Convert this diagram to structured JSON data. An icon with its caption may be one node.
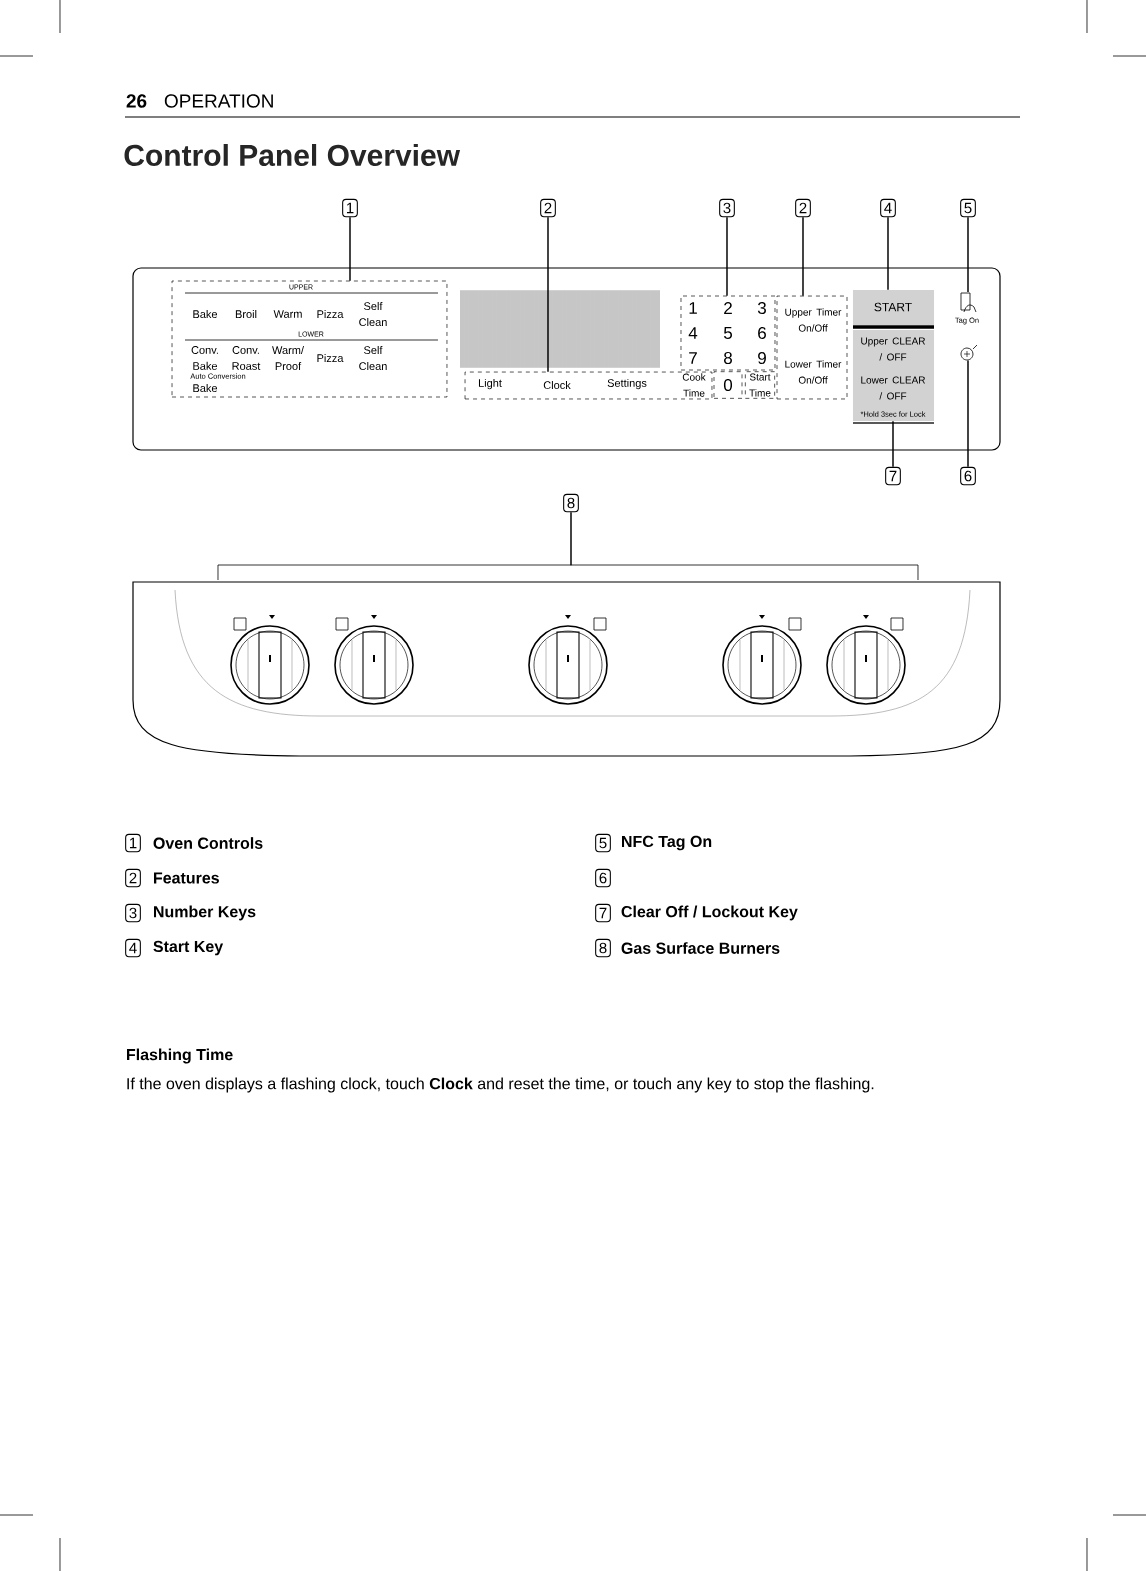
{
  "diagram": {
    "title": "Control Panel Overview",
    "nodes": [
      {
        "text": [
          "1"
        ]
      },
      {
        "text": [
          "2"
        ]
      },
      {
        "text": [
          "3"
        ]
      },
      {
        "text": [
          "2"
        ]
      },
      {
        "text": [
          "4"
        ]
      },
      {
        "text": [
          "5"
        ]
      },
      {
        "text": [
          "7"
        ]
      },
      {
        "text": [
          "6"
        ]
      },
      {
        "text": [
          "8"
        ]
      },
      {
        "text": [
          "UPPER",
          "Bake",
          "Broil",
          "Warm",
          "Pizza",
          "Self Clean",
          "LOWER",
          "Conv. Bake",
          "Conv. Roast",
          "Warm/ Proof",
          "Pizza",
          "Self Clean",
          "Auto Conversion",
          "Bake"
        ]
      },
      {
        "text": [
          "Light",
          "Clock",
          "Settings",
          "Cook Time"
        ]
      },
      {
        "text": [
          "1",
          "2",
          "3",
          "4",
          "5",
          "6",
          "7",
          "8",
          "9"
        ]
      },
      {
        "text": [
          "Upper Timer On/Off",
          "Lower Timer On/Off"
        ]
      },
      {
        "text": [
          "START"
        ]
      },
      {
        "text": [],
        "shape": "phone",
        "beside": [
          "Tag On"
        ]
      },
      {
        "text": [
          "Upper CLEAR / OFF",
          "Lower CLEAR / OFF",
          "*Hold 3sec for Lock"
        ]
      },
      {
        "text": [],
        "shape": "circle"
      }
    ],
    "edges": [
      {
        "from": 0,
        "to": 9,
        "arrow": "none"
      },
      {
        "from": 1,
        "to": 10,
        "arrow": "none"
      },
      {
        "from": 2,
        "to": 11,
        "arrow": "none"
      },
      {
        "from": 3,
        "to": 12,
        "arrow": "none"
      },
      {
        "from": 4,
        "to": 13,
        "arrow": "none"
      },
      {
        "from": 5,
        "to": 14,
        "arrow": "none"
      },
      {
        "from": 6,
        "to": 15,
        "arrow": "none"
      },
      {
        "from": 7,
        "to": 16,
        "arrow": "none"
      },
      {
        "from": 8,
        "to": null,
        "arrow": "none"
      }
    ],
    "labels": [
      "26",
      "OPERATION",
      "0",
      "Start Time",
      "1",
      "Oven Controls",
      "5",
      "NFC Tag On",
      "2",
      "Features",
      "6",
      "3",
      "Number Keys",
      "7",
      "Clear Off / Lockout Key",
      "4",
      "Start Key",
      "8",
      "Gas Surface Burners",
      "Flashing Time",
      "If the oven displays a flashing clock, touch **Clock** and reset the time, or touch any key to stop the flashing."
    ]
  }
}
